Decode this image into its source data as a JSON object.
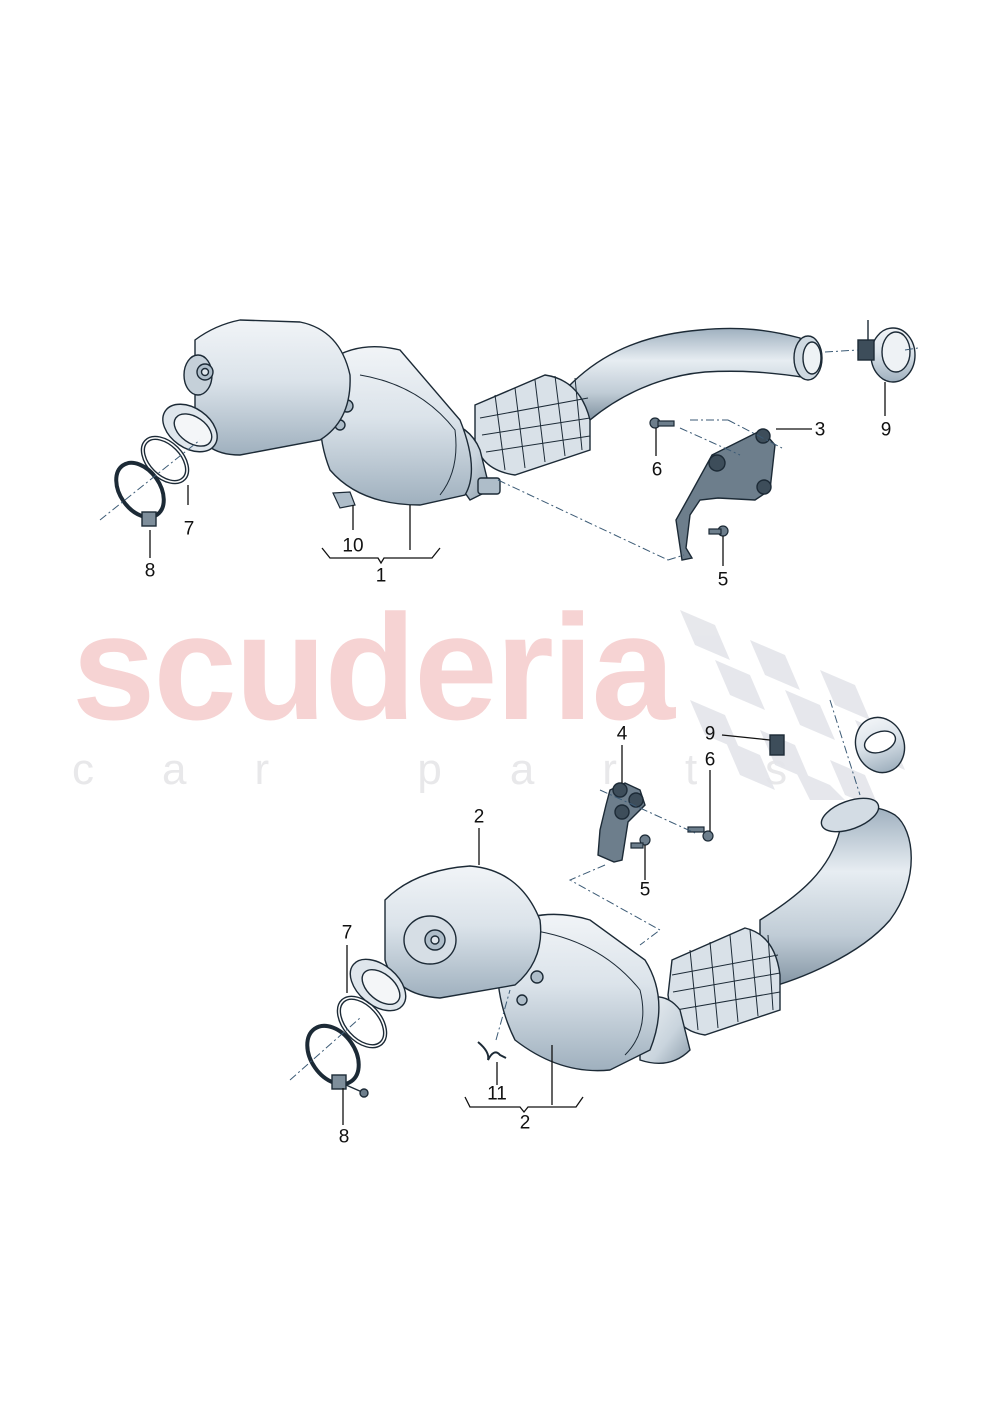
{
  "diagram": {
    "type": "exploded-parts-view",
    "subject": "catalytic converter assemblies with front pipe, clamps and brackets",
    "watermark": {
      "main_text": "scuderia",
      "sub_text": "car parts",
      "main_color": "#f6d3d3",
      "sub_color": "#e8e8ea",
      "flag_color": "#e4e5ea"
    },
    "colors": {
      "part_fill": "#dfe6ec",
      "part_shade": "#aebdc9",
      "part_dark": "#7e8e9b",
      "bracket_fill": "#6d7e8c",
      "outline": "#1c2a36",
      "leader": "#111111",
      "dash": "#3b5a75"
    },
    "callouts": {
      "upper": [
        {
          "id": "1",
          "label": "1",
          "part": "catalytic converter assembly (upper)"
        },
        {
          "id": "10",
          "label": "10",
          "part": "clip"
        },
        {
          "id": "7",
          "label": "7",
          "part": "seal ring"
        },
        {
          "id": "8",
          "label": "8",
          "part": "v-band clamp"
        },
        {
          "id": "3",
          "label": "3",
          "part": "bracket"
        },
        {
          "id": "6",
          "label": "6",
          "part": "bolt"
        },
        {
          "id": "5",
          "label": "5",
          "part": "bolt"
        },
        {
          "id": "9",
          "label": "9",
          "part": "pipe clamp"
        }
      ],
      "lower": [
        {
          "id": "2a",
          "label": "2",
          "part": "catalytic converter assembly (lower, top callout)"
        },
        {
          "id": "2b",
          "label": "2",
          "part": "catalytic converter assembly (lower, bracket callout)"
        },
        {
          "id": "11",
          "label": "11",
          "part": "clip"
        },
        {
          "id": "7",
          "label": "7",
          "part": "seal ring"
        },
        {
          "id": "8",
          "label": "8",
          "part": "v-band clamp"
        },
        {
          "id": "4",
          "label": "4",
          "part": "bracket"
        },
        {
          "id": "6",
          "label": "6",
          "part": "bolt"
        },
        {
          "id": "5",
          "label": "5",
          "part": "bolt"
        },
        {
          "id": "9",
          "label": "9",
          "part": "pipe clamp"
        }
      ]
    }
  }
}
